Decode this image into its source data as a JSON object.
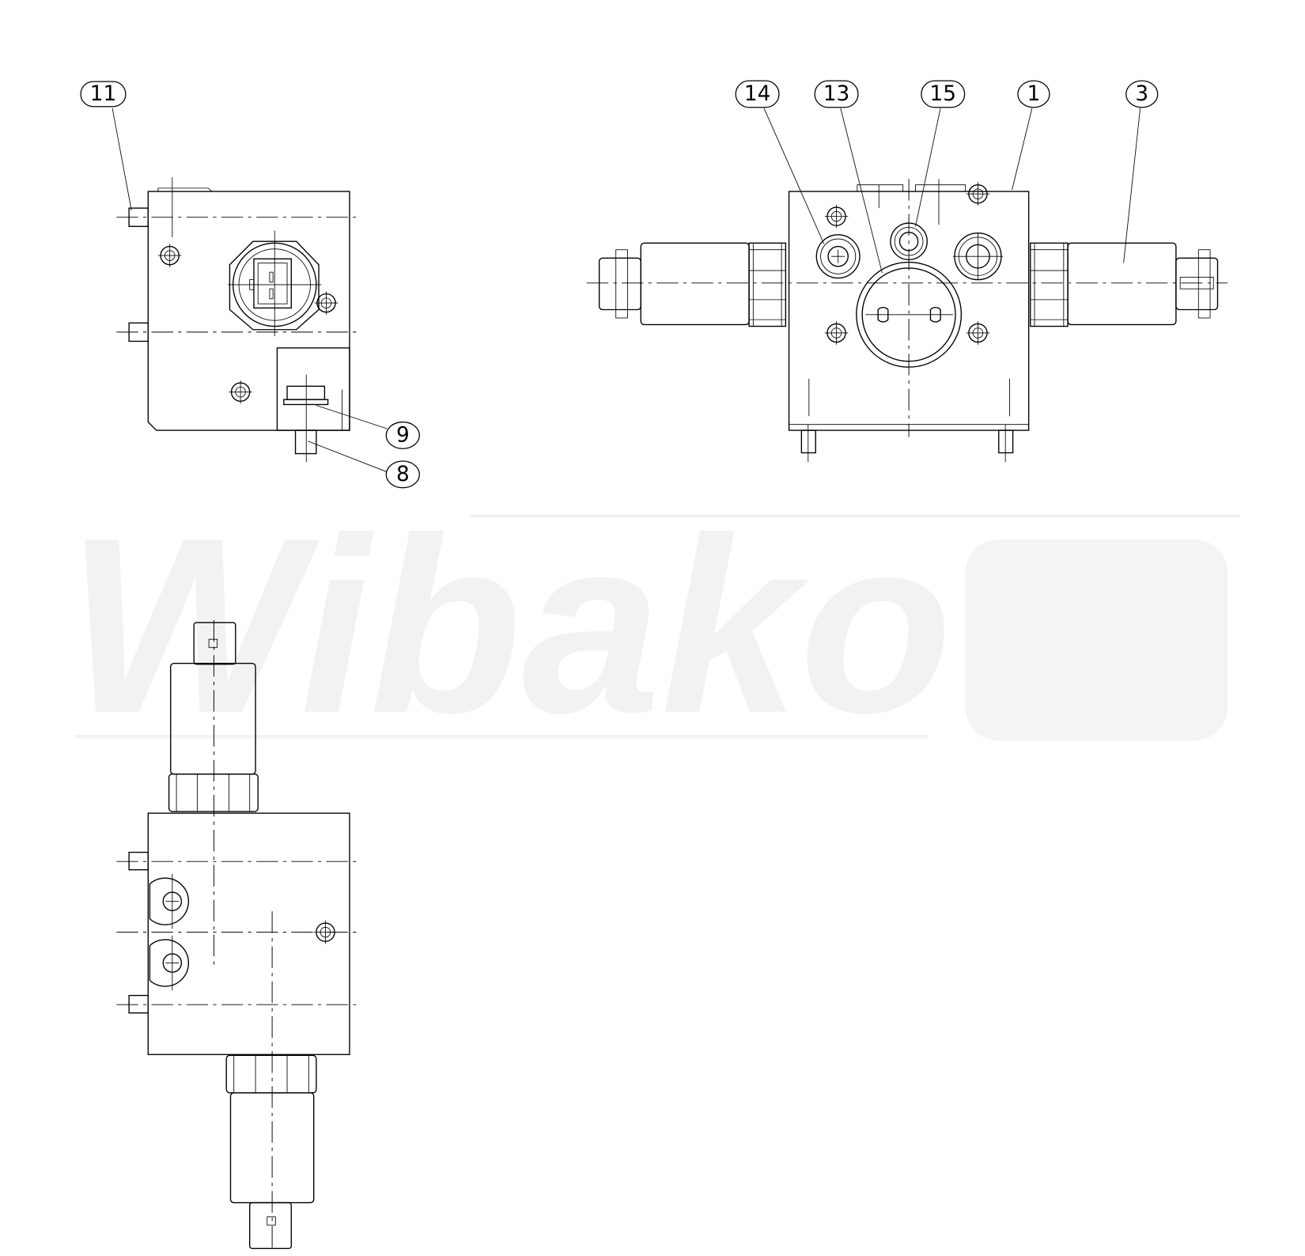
{
  "drawing": {
    "watermark": "Wibako",
    "callouts": {
      "c11": "11",
      "c9": "9",
      "c8": "8",
      "c14": "14",
      "c13": "13",
      "c15": "15",
      "c1": "1",
      "c3": "3"
    },
    "colors": {
      "line": "#000000",
      "watermark": "#f2f2f2"
    }
  }
}
